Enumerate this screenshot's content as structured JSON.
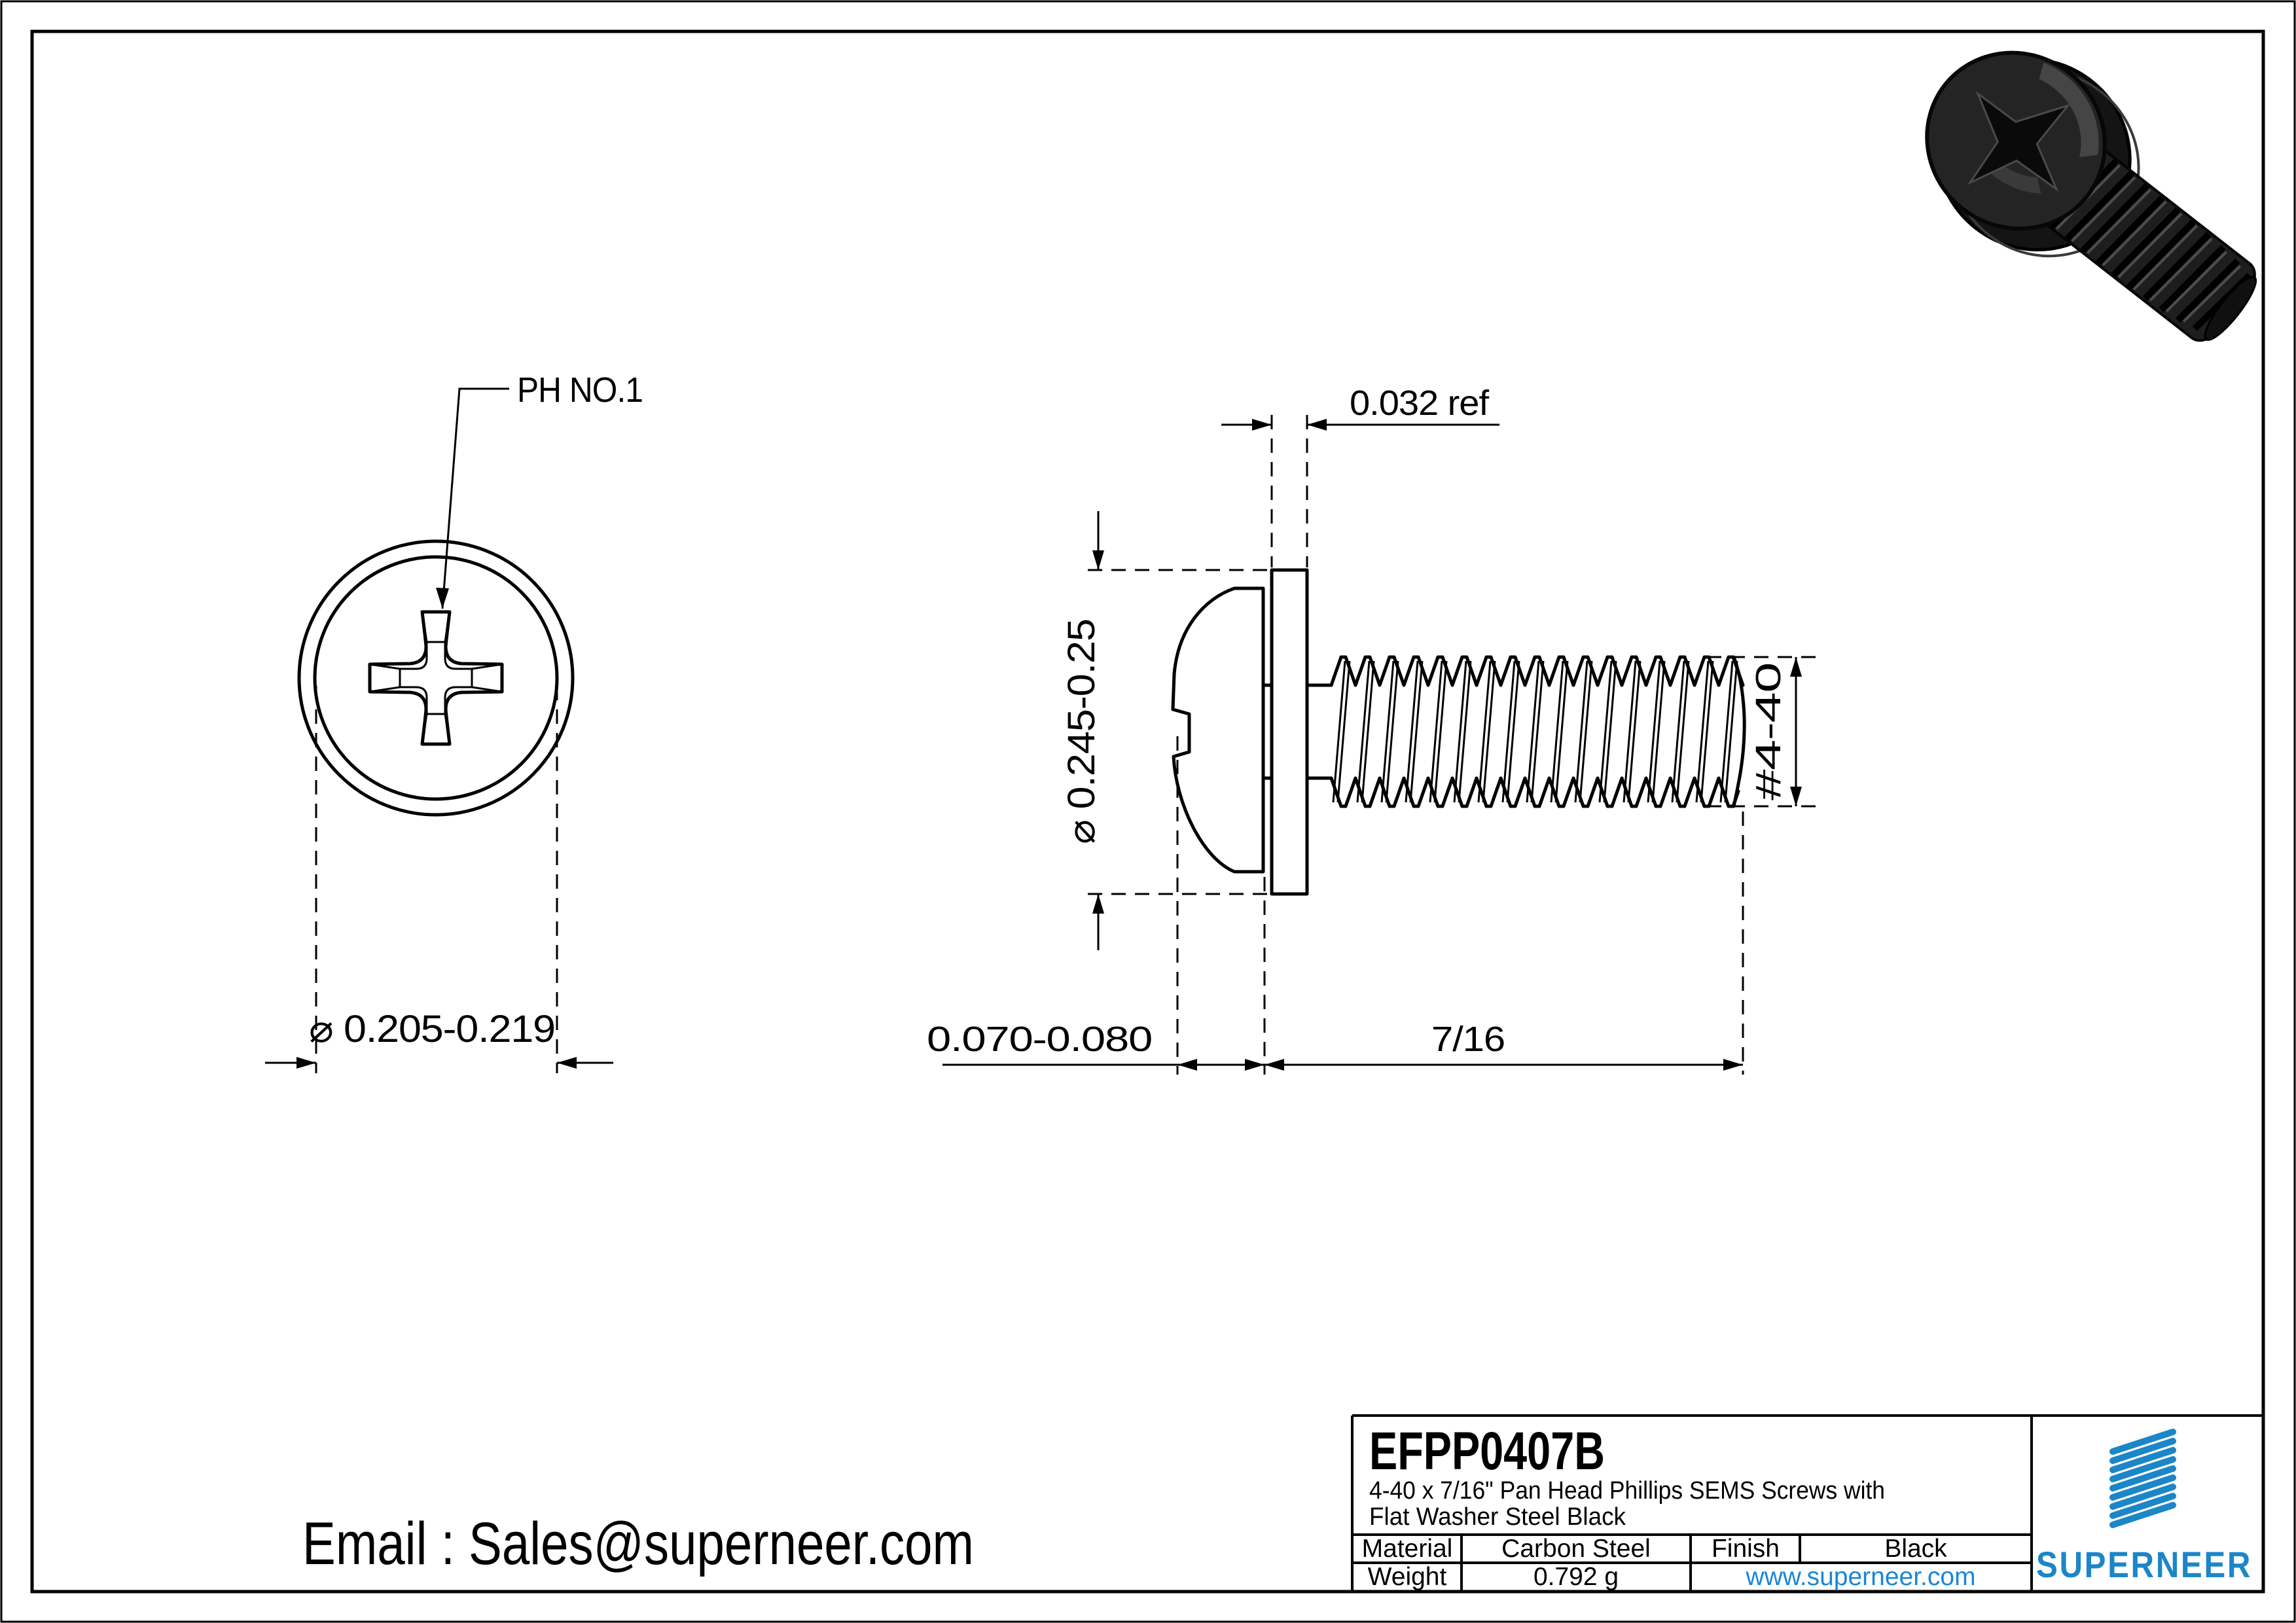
{
  "page": {
    "background": "#ffffff",
    "line_color": "#000000",
    "accent_blue": "#1b86c8",
    "link_blue": "#1a86d8"
  },
  "top_view": {
    "drive_label": "PH NO.1",
    "head_diameter_label": "⌀ 0.205-0.219"
  },
  "side_view": {
    "washer_thickness_label": "0.032 ref",
    "washer_od_label": "⌀ 0.245-0.25",
    "thread_size_label": "#4-40",
    "head_height_label": "0.070-0.080",
    "thread_length_label": "7/16"
  },
  "title_block": {
    "part_number": "EFPP0407B",
    "description_line1": "4-40 x 7/16\" Pan Head Phillips SEMS Screws with",
    "description_line2": "Flat Washer Steel Black",
    "material_label": "Material",
    "material_value": "Carbon Steel",
    "finish_label": "Finish",
    "finish_value": "Black",
    "weight_label": "Weight",
    "weight_value": "0.792 g",
    "website": "www.superneer.com",
    "brand": "SUPERNEER"
  },
  "footer": {
    "email": "Email : Sales@superneer.com"
  }
}
